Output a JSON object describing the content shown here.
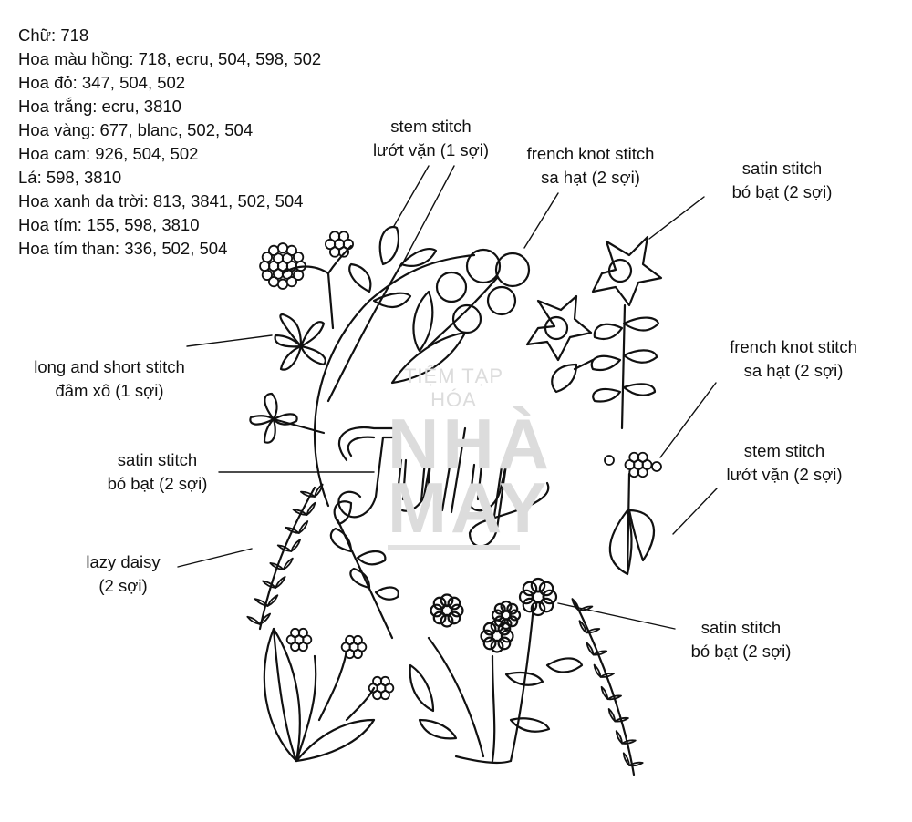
{
  "legend": [
    "Chữ: 718",
    "Hoa màu hồng: 718, ecru, 504, 598, 502",
    "Hoa đỏ: 347, 504, 502",
    "Hoa trắng: ecru, 3810",
    "Hoa vàng: 677, blanc, 502, 504",
    "Hoa cam: 926, 504, 502",
    "Lá: 598, 3810",
    "Hoa xanh da trời: 813, 3841, 502, 504",
    "Hoa tím: 155, 598, 3810",
    "Hoa tím than: 336, 502, 504"
  ],
  "labels": {
    "stem_top": {
      "line1": "stem stitch",
      "line2": "lướt vặn (1 sợi)"
    },
    "french_top": {
      "line1": "french knot stitch",
      "line2": "sa hạt (2 sợi)"
    },
    "satin_top": {
      "line1": "satin stitch",
      "line2": "bó bạt (2 sợi)"
    },
    "long_short": {
      "line1": "long and short stitch",
      "line2": "đâm xô (1 sợi)"
    },
    "french_right": {
      "line1": "french knot stitch",
      "line2": "sa hạt (2 sợi)"
    },
    "satin_left": {
      "line1": "satin stitch",
      "line2": "bó bạt (2 sợi)"
    },
    "stem_right": {
      "line1": "stem stitch",
      "line2": "lướt vặn (2 sợi)"
    },
    "lazy_daisy": {
      "line1": "lazy daisy",
      "line2": "(2 sợi)"
    },
    "satin_bottom": {
      "line1": "satin stitch",
      "line2": "bó bạt (2 sợi)"
    }
  },
  "lettering": "July",
  "watermark": {
    "line1": "TIỆM TẠP HÓA",
    "line2": "NHÀ",
    "line3": "MAY"
  },
  "colors": {
    "ink": "#111111",
    "watermark": "#dcdcdc",
    "background": "#ffffff"
  }
}
